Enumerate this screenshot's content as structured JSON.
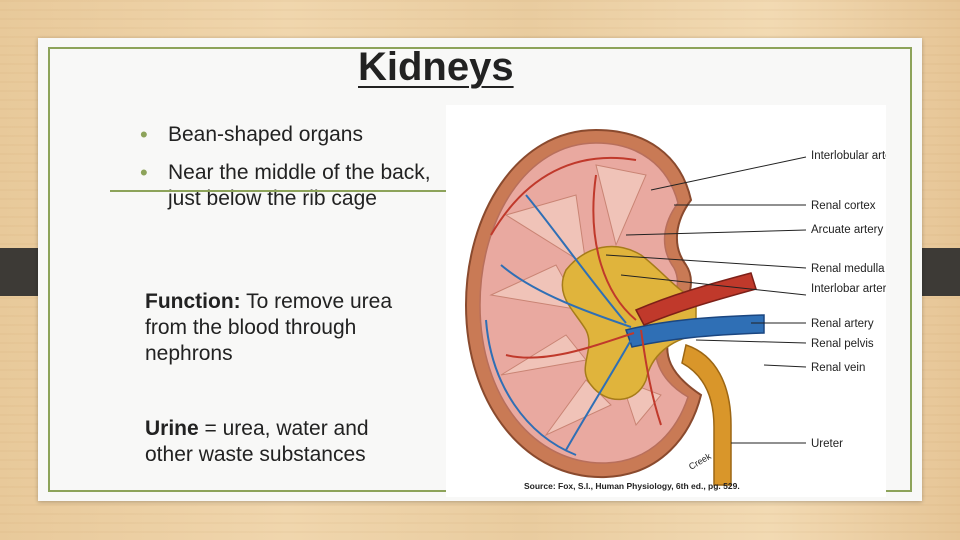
{
  "slide": {
    "title": "Kidneys",
    "bullets": [
      "Bean-shaped organs",
      "Near the middle of the back, just below the rib cage"
    ],
    "function": {
      "label": "Function:",
      "text": "To remove urea from the blood through nephrons"
    },
    "urine": {
      "label": "Urine",
      "text": "= urea, water and other waste substances"
    }
  },
  "diagram": {
    "labels": [
      "Interlobular artery and vein",
      "Renal cortex",
      "Arcuate artery and vein",
      "Renal medulla",
      "Interlobar artery and vein",
      "Renal artery",
      "Renal pelvis",
      "Renal vein",
      "Ureter"
    ],
    "artist_signature": "Creek",
    "source": "Source: Fox, S.I., Human Physiology, 6th ed., pg. 529."
  },
  "colors": {
    "accent": "#8da35a",
    "artery": "#c0392b",
    "vein": "#2f6fb5",
    "ureter": "#d9962a",
    "cortex": "#e9a9a0",
    "pelvis": "#e0b43c"
  }
}
